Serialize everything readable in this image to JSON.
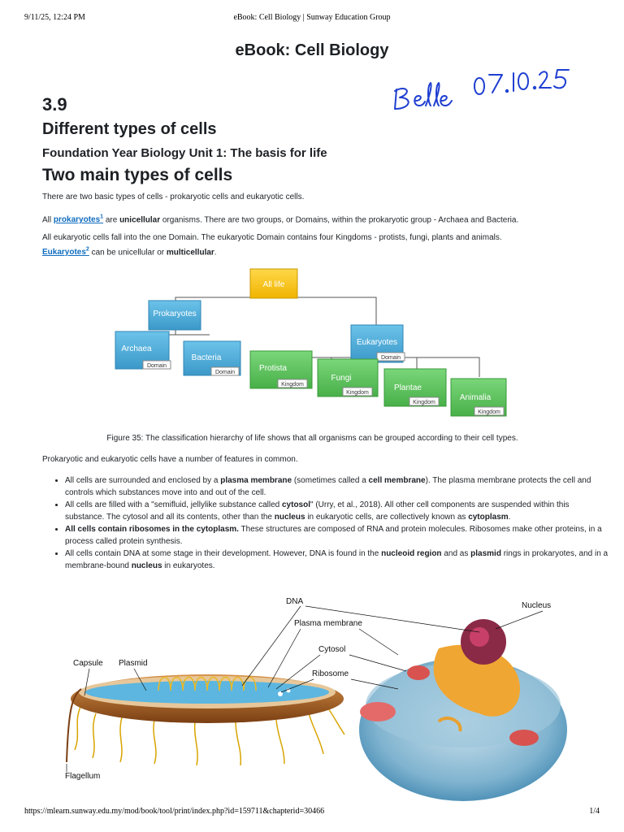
{
  "print_header": {
    "datetime": "9/11/25, 12:24 PM",
    "page_title": "eBook: Cell Biology | Sunway Education Group"
  },
  "book_title": "eBook: Cell Biology",
  "signature_text": "Belle 07.10.25",
  "section": {
    "number": "3.9",
    "title": "Different types of cells",
    "subtitle": "Foundation Year Biology Unit 1: The basis for life"
  },
  "heading": "Two main types of cells",
  "intro": "There are two basic types of cells - prokaryotic cells and eukaryotic cells.",
  "para2": {
    "t1": "All ",
    "link": "prokaryotes",
    "ref": "1",
    "t2": " are ",
    "bold": "unicellular",
    "t3": " organisms. There are two groups, or Domains, within the prokaryotic group - Archaea and Bacteria."
  },
  "para3": {
    "t1": "All eukaryotic cells fall into the one Domain. The eukaryotic Domain contains four Kingdoms - protists, fungi, plants and animals.",
    "link": "Eukaryotes",
    "ref": "2",
    "t2": " can be unicellular or ",
    "bold": "multicellular",
    "t3": "."
  },
  "hierarchy": {
    "root": "All life",
    "prokaryotes": "Prokaryotes",
    "eukaryotes": "Eukaryotes",
    "domain_tag": "Domain",
    "kingdom_tag": "Kingdom",
    "archaea": "Archaea",
    "bacteria": "Bacteria",
    "protista": "Protista",
    "fungi": "Fungi",
    "plantae": "Plantae",
    "animalia": "Animalia",
    "colors": {
      "gold": "#f6c21b",
      "blue": "#4aa9d6",
      "green": "#5cc25c"
    }
  },
  "figure_caption": "Figure 35: The classification hierarchy of life shows that all organisms can be grouped according to their cell types.",
  "common_intro": "Prokaryotic and eukaryotic cells have a number of features in common.",
  "bullets": {
    "b1": {
      "t1": "All cells are surrounded and enclosed by a ",
      "bold1": "plasma membrane",
      "t2": " (sometimes called a ",
      "bold2": "cell membrane",
      "t3": "). The plasma membrane protects the cell and controls which substances move into and out of the cell."
    },
    "b2": {
      "t1": "All cells are filled with a \"semifluid, jellylike substance called ",
      "bold1": "cytosol",
      "t2": "\" (Urry, et al., 2018). All other cell components are suspended within this substance. The cytosol and all its contents, other than the ",
      "bold2": "nucleus",
      "t3": " in eukaryotic cells, are collectively known as ",
      "bold3": "cytoplasm",
      "t4": "."
    },
    "b3": {
      "bold1": "All cells contain ribosomes in the cytoplasm.",
      "t1": " These structures are composed of RNA and protein molecules. Ribosomes make other proteins, in a process called protein synthesis."
    },
    "b4": {
      "t1": "All cells contain DNA at some stage in their development. However, DNA is found in the ",
      "bold1": "nucleoid region",
      "t2": " and as ",
      "bold2": "plasmid",
      "t3": " rings in prokaryotes, and in a membrane-bound ",
      "bold3": "nucleus",
      "t4": " in eukaryotes."
    }
  },
  "cell_labels": {
    "dna": "DNA",
    "nucleus": "Nucleus",
    "plasma_membrane": "Plasma membrane",
    "cytosol": "Cytosol",
    "ribosome": "Ribosome",
    "capsule": "Capsule",
    "plasmid": "Plasmid",
    "flagellum": "Flagellum"
  },
  "print_footer": {
    "url": "https://mlearn.sunway.edu.my/mod/book/tool/print/index.php?id=159711&chapterid=30466",
    "page": "1/4"
  }
}
